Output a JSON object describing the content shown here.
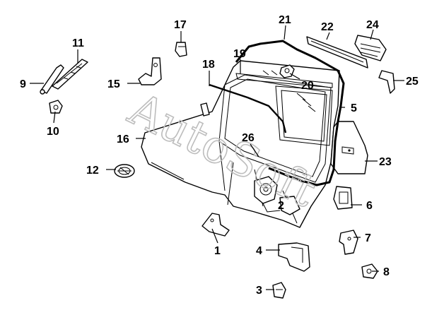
{
  "watermark": "AutoSoft",
  "callouts": [
    {
      "id": "c1",
      "label": "1"
    },
    {
      "id": "c2",
      "label": "2"
    },
    {
      "id": "c3",
      "label": "3"
    },
    {
      "id": "c4",
      "label": "4"
    },
    {
      "id": "c5",
      "label": "5"
    },
    {
      "id": "c6",
      "label": "6"
    },
    {
      "id": "c7",
      "label": "7"
    },
    {
      "id": "c8",
      "label": "8"
    },
    {
      "id": "c9",
      "label": "9"
    },
    {
      "id": "c10",
      "label": "10"
    },
    {
      "id": "c11",
      "label": "11"
    },
    {
      "id": "c12",
      "label": "12"
    },
    {
      "id": "c15",
      "label": "15"
    },
    {
      "id": "c16",
      "label": "16"
    },
    {
      "id": "c17",
      "label": "17"
    },
    {
      "id": "c18",
      "label": "18"
    },
    {
      "id": "c19",
      "label": "19"
    },
    {
      "id": "c20",
      "label": "20"
    },
    {
      "id": "c21",
      "label": "21"
    },
    {
      "id": "c22",
      "label": "22"
    },
    {
      "id": "c23",
      "label": "23"
    },
    {
      "id": "c24",
      "label": "24"
    },
    {
      "id": "c25",
      "label": "25"
    },
    {
      "id": "c26",
      "label": "26"
    }
  ]
}
